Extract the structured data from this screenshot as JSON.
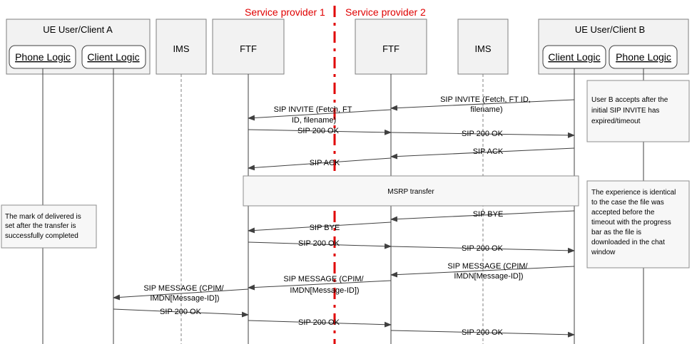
{
  "colors": {
    "provider_divider": "#e00000",
    "provider_label": "#e00000"
  },
  "providers": {
    "left": "Service provider 1",
    "right": "Service provider 2"
  },
  "client_a": {
    "title": "UE User/Client A",
    "phone_logic": "Phone Logic",
    "client_logic": "Client Logic"
  },
  "client_b": {
    "title": "UE User/Client B",
    "client_logic": "Client Logic",
    "phone_logic": "Phone Logic"
  },
  "ims_a": {
    "title": "IMS"
  },
  "ftf_a": {
    "title": "FTF"
  },
  "ftf_b": {
    "title": "FTF"
  },
  "ims_b": {
    "title": "IMS"
  },
  "notes": {
    "user_b_accepts": [
      "User B accepts after the",
      "initial SIP INVITE has",
      "expired/timeout"
    ],
    "experience": [
      "The experience is identical",
      "to the case the file was",
      "accepted before the",
      "timeout with the progress",
      "bar as the file is",
      "downloaded in the chat",
      "window"
    ],
    "delivered": [
      "The mark of delivered is",
      "set after the transfer is",
      "successfully completed"
    ]
  },
  "msrp": {
    "label": "MSRP transfer"
  },
  "messages": [
    {
      "from": "client_b",
      "to": "ftf_b",
      "lines": [
        "SIP INVITE (Fetch, FT ID,",
        "filename)"
      ]
    },
    {
      "from": "ftf_b",
      "to": "ftf_a",
      "lines": [
        "SIP INVITE (Fetch, FT",
        "ID, filename)"
      ]
    },
    {
      "from": "ftf_a",
      "to": "ftf_b",
      "lines": [
        "SIP 200 OK"
      ]
    },
    {
      "from": "ftf_b",
      "to": "client_b",
      "lines": [
        "SIP 200 OK"
      ]
    },
    {
      "from": "client_b",
      "to": "ftf_b",
      "lines": [
        "SIP ACK"
      ]
    },
    {
      "from": "ftf_b",
      "to": "ftf_a",
      "lines": [
        "SIP ACK"
      ]
    },
    {
      "from": "client_b",
      "to": "ftf_b",
      "lines": [
        "SIP BYE"
      ]
    },
    {
      "from": "ftf_b",
      "to": "ftf_a",
      "lines": [
        "SIP BYE"
      ]
    },
    {
      "from": "ftf_a",
      "to": "ftf_b",
      "lines": [
        "SIP 200 OK"
      ]
    },
    {
      "from": "ftf_b",
      "to": "client_b",
      "lines": [
        "SIP 200 OK"
      ]
    },
    {
      "from": "client_b",
      "to": "ftf_b",
      "lines": [
        "SIP MESSAGE (CPIM/",
        "IMDN[Message-ID])"
      ]
    },
    {
      "from": "ftf_b",
      "to": "ftf_a",
      "lines": [
        "SIP MESSAGE (CPIM/",
        "IMDN[Message-ID])"
      ]
    },
    {
      "from": "ftf_a",
      "to": "client_a",
      "lines": [
        "SIP MESSAGE (CPIM/",
        "IMDN[Message-ID])"
      ]
    },
    {
      "from": "client_a",
      "to": "ftf_a",
      "lines": [
        "SIP 200 OK"
      ]
    },
    {
      "from": "ftf_a",
      "to": "ftf_b",
      "lines": [
        "SIP 200 OK"
      ]
    },
    {
      "from": "ftf_b",
      "to": "client_b",
      "lines": [
        "SIP 200 OK"
      ]
    }
  ]
}
